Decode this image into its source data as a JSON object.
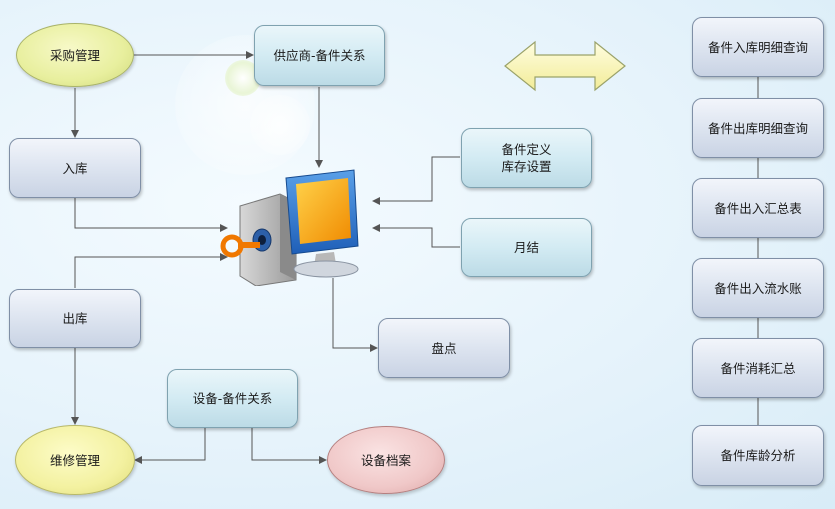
{
  "nodes": {
    "purchase": "采购管理",
    "supplier_relation": "供应商-备件关系",
    "inbound": "入库",
    "outbound": "出库",
    "part_definition": "备件定义\n库存设置",
    "monthly_close": "月结",
    "stocktake": "盘点",
    "equipment_relation": "设备-备件关系",
    "maintenance": "维修管理",
    "equipment_archive": "设备档案"
  },
  "reports": [
    "备件入库明细查询",
    "备件出库明细查询",
    "备件出入汇总表",
    "备件出入流水账",
    "备件消耗汇总",
    "备件库龄分析"
  ],
  "colors": {
    "connector": "#555555",
    "arrow_fill": "#fbf6b8",
    "arrow_stroke": "#9aa26a"
  },
  "icons": {
    "center": "computer-key-icon",
    "double_arrow": "double-arrow-icon"
  }
}
